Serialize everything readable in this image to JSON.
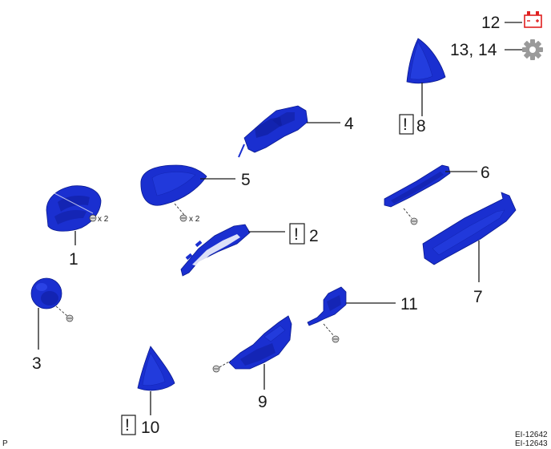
{
  "callouts": {
    "c1": "1",
    "c2": "2",
    "c3": "3",
    "c4": "4",
    "c5": "5",
    "c6": "6",
    "c7": "7",
    "c8": "8",
    "c9": "9",
    "c10": "10",
    "c11": "11",
    "c12": "12",
    "c13": "13, 14"
  },
  "warning_mark": "!",
  "quantity_labels": {
    "part1": "x 2",
    "part5": "x 2"
  },
  "figure_codes": [
    "EI-12642",
    "EI-12643"
  ],
  "corner_label": "P",
  "icons": {
    "battery": "battery-icon",
    "gear": "gear-icon"
  },
  "colors": {
    "part_blue": "#1a2fd0",
    "battery_red": "#e02020",
    "gear_gray": "#9a9a9a"
  }
}
